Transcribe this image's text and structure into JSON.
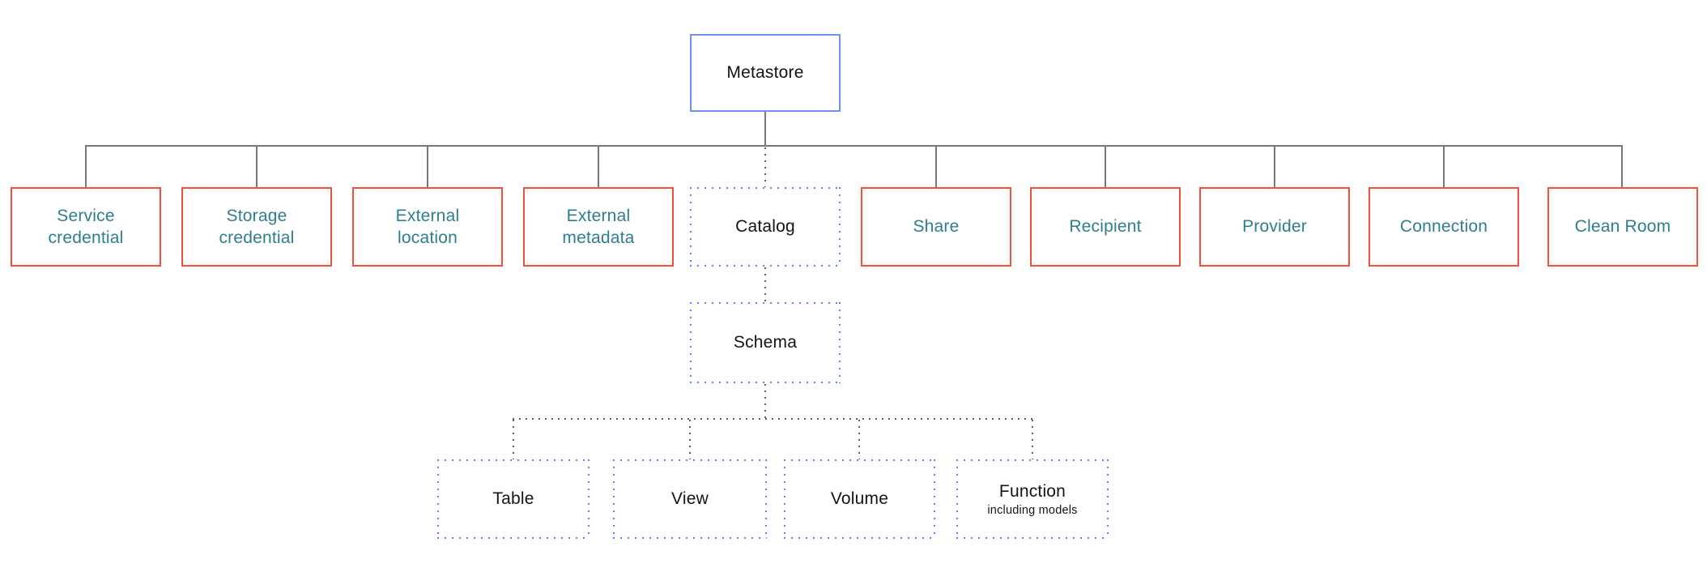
{
  "colors": {
    "canvas_bg": "#ffffff",
    "metastore_border": "#7093f3",
    "dotted_border": "#5b83f1",
    "red_border": "#f2503c",
    "teal_text": "#2e7e8f",
    "dark_text": "#141414",
    "solid_line": "#787878",
    "dotted_line": "#606060"
  },
  "nodes": {
    "metastore": {
      "label": "Metastore"
    },
    "level2": [
      {
        "id": "service-credential",
        "label": "Service credential",
        "style": "red"
      },
      {
        "id": "storage-credential",
        "label": "Storage credential",
        "style": "red"
      },
      {
        "id": "external-location",
        "label": "External location",
        "style": "red"
      },
      {
        "id": "external-metadata",
        "label": "External metadata",
        "style": "red"
      },
      {
        "id": "catalog",
        "label": "Catalog",
        "style": "dotted-blue"
      },
      {
        "id": "share",
        "label": "Share",
        "style": "red"
      },
      {
        "id": "recipient",
        "label": "Recipient",
        "style": "red"
      },
      {
        "id": "provider",
        "label": "Provider",
        "style": "red"
      },
      {
        "id": "connection",
        "label": "Connection",
        "style": "red"
      },
      {
        "id": "clean-room",
        "label": "Clean Room",
        "style": "red"
      }
    ],
    "schema": {
      "label": "Schema"
    },
    "level4": [
      {
        "id": "table",
        "label": "Table"
      },
      {
        "id": "view",
        "label": "View"
      },
      {
        "id": "volume",
        "label": "Volume"
      },
      {
        "id": "function",
        "label": "Function",
        "sublabel": "including models"
      }
    ]
  }
}
